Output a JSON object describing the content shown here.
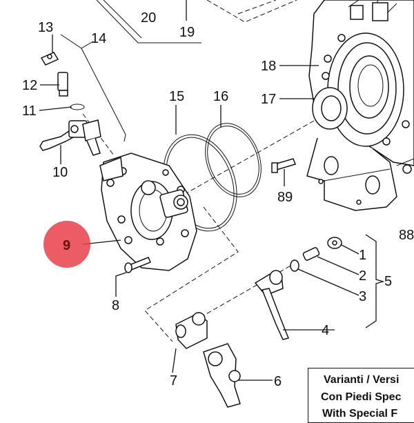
{
  "callouts": {
    "c1": "1",
    "c2": "2",
    "c3": "3",
    "c4": "4",
    "c5": "5",
    "c6": "6",
    "c7": "7",
    "c8": "8",
    "c9": "9",
    "c10": "10",
    "c11": "11",
    "c12": "12",
    "c13": "13",
    "c14": "14",
    "c15": "15",
    "c16": "16",
    "c17": "17",
    "c18": "18",
    "c19": "19",
    "c20": "20",
    "c88": "88",
    "c89": "89"
  },
  "highlight": {
    "color": "#e8404a",
    "label_color": "#6b0f0f"
  },
  "note": {
    "line1": "Varianti / Versi",
    "line2": "Con Piedi Spec",
    "line3": "With Special F"
  }
}
